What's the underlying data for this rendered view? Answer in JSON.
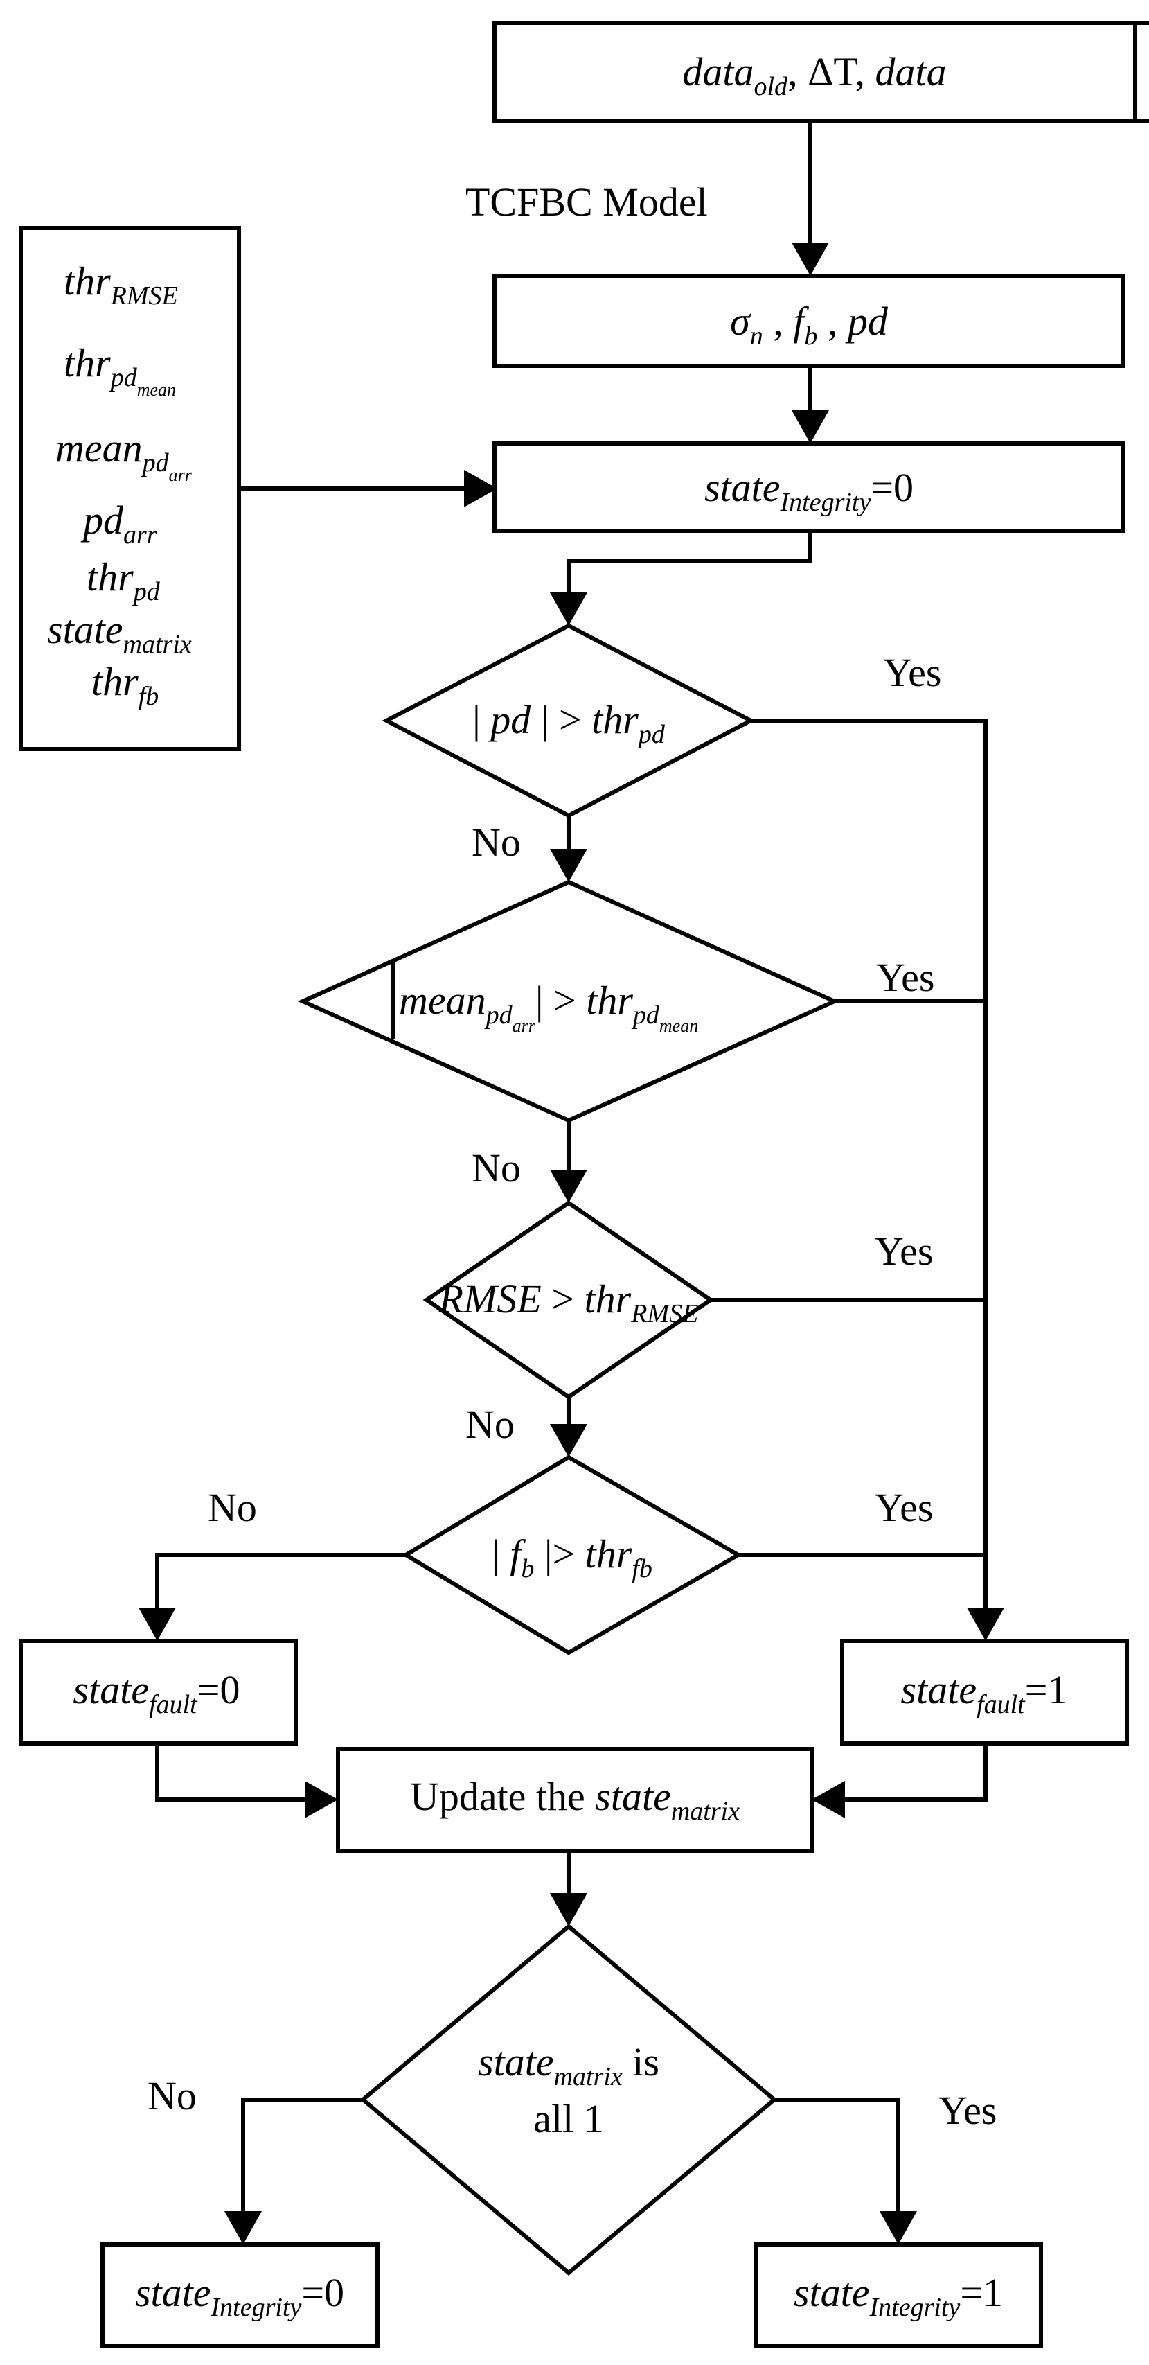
{
  "input_box": {
    "v1": "data",
    "v1_sub": "old",
    "sep1": ", ",
    "v2": "ΔT",
    "sep2": ", ",
    "v3": "data"
  },
  "model_label": "TCFBC Model",
  "params_box": {
    "sigma": "σ",
    "sigma_sub": "n",
    "sep1": " , ",
    "f": "f",
    "f_sub": "b",
    "sep2": " , ",
    "pd": "pd"
  },
  "side_box": {
    "items": [
      {
        "main": "thr",
        "sub": "RMSE"
      },
      {
        "main": "thr",
        "sub": "pd",
        "subsub": "mean"
      },
      {
        "main": "mean",
        "sub": "pd",
        "subsub": "arr"
      },
      {
        "main": "pd",
        "sub": "arr"
      },
      {
        "main": "thr",
        "sub": "pd"
      },
      {
        "main": "state",
        "sub": "matrix"
      },
      {
        "main": "thr",
        "sub": "fb"
      }
    ]
  },
  "init_box": {
    "main": "state",
    "sub": "Integrity",
    "eq": "=0"
  },
  "decisions": {
    "d1": {
      "bar_l": "| ",
      "var": "pd",
      "bar_r": " | > ",
      "thr": "thr",
      "thr_sub": "pd"
    },
    "d2": {
      "bar_l": "|",
      "var": "mean",
      "var_sub": "pd",
      "var_subsub": "arr",
      "bar_r": "| > ",
      "thr": "thr",
      "thr_sub": "pd",
      "thr_subsub": "mean"
    },
    "d3": {
      "lhs": "RMSE",
      "op": " > ",
      "thr": "thr",
      "thr_sub": "RMSE"
    },
    "d4": {
      "bar_l": "| ",
      "var": "f",
      "var_sub": "b",
      "bar_r": " |> ",
      "thr": "thr",
      "thr_sub": "fb"
    },
    "d5": {
      "main": "state",
      "sub": "matrix",
      "rest": " is",
      "line2": "all 1"
    }
  },
  "fault0_box": {
    "main": "state",
    "sub": "fault",
    "eq": "=0"
  },
  "fault1_box": {
    "main": "state",
    "sub": "fault",
    "eq": "=1"
  },
  "update_box": {
    "prefix": "Update the ",
    "main": "state",
    "sub": "matrix"
  },
  "final0_box": {
    "main": "state",
    "sub": "Integrity",
    "eq": "=0"
  },
  "final1_box": {
    "main": "state",
    "sub": "Integrity",
    "eq": "=1"
  },
  "labels": {
    "yes1": "Yes",
    "no1": "No",
    "yes2": "Yes",
    "no2": "No",
    "yes3": "Yes",
    "no3": "No",
    "yes4": "Yes",
    "no4": "No",
    "yes5": "Yes",
    "no5": "No"
  }
}
